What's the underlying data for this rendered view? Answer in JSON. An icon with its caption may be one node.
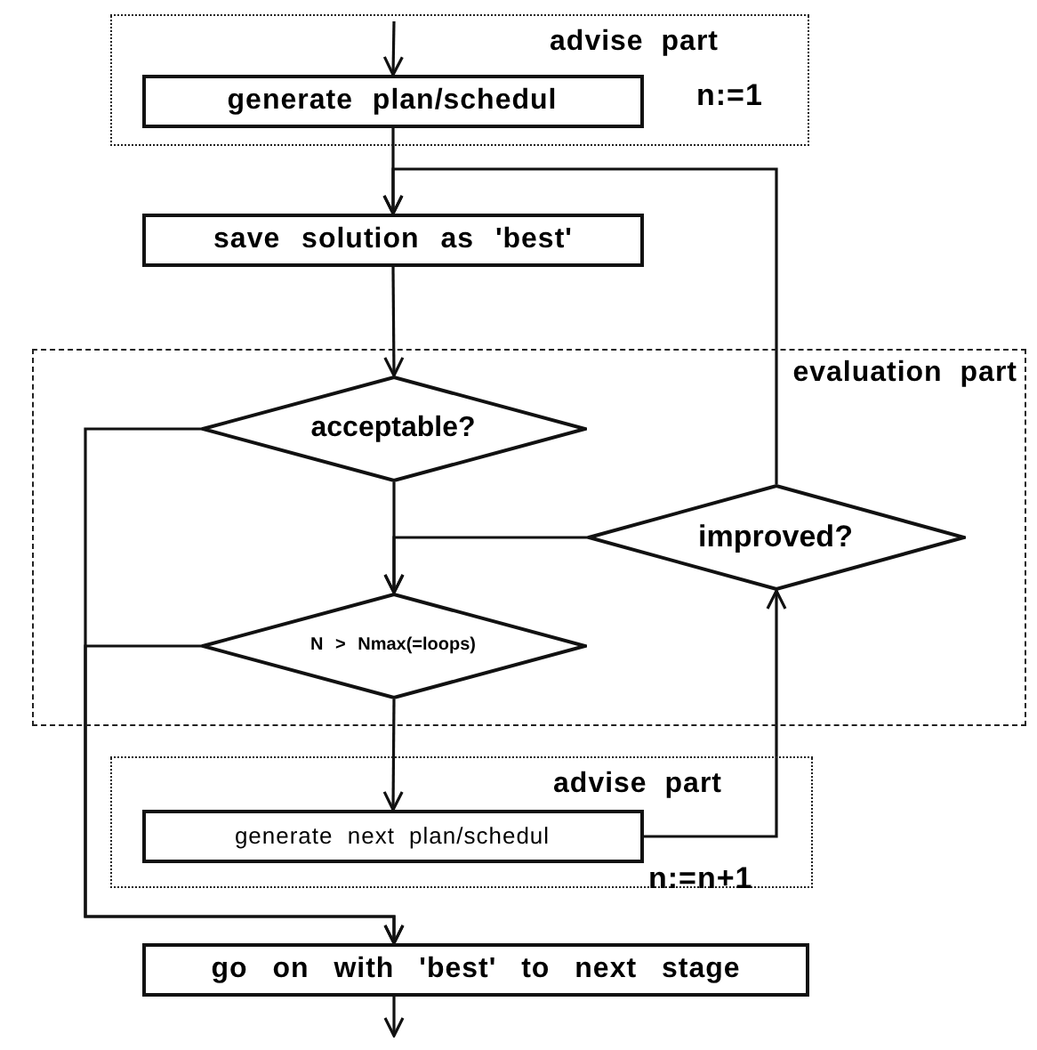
{
  "diagram": {
    "nodes": [
      {
        "text": [
          "advise part"
        ]
      },
      {
        "text": [
          "generate plan/schedul"
        ],
        "in": 0,
        "beside": [
          "n:=1"
        ]
      },
      {
        "text": [
          "save solution as 'best'"
        ]
      },
      {
        "text": [
          "evaluation part"
        ]
      },
      {
        "text": [
          "acceptable?"
        ],
        "in": 3
      },
      {
        "text": [
          "improved?"
        ],
        "in": 3
      },
      {
        "text": [
          "N > Nmax(=loops)"
        ],
        "in": 3
      },
      {
        "text": [
          "advise part"
        ]
      },
      {
        "text": [
          "generate next plan/schedul"
        ],
        "in": 7,
        "beside": [
          "n:=n+1"
        ]
      },
      {
        "text": [
          "go on with 'best' to next stage"
        ]
      }
    ],
    "edges": [
      {
        "from": null,
        "to": 1,
        "arrow": "to"
      },
      {
        "from": 1,
        "to": 2,
        "arrow": "to"
      },
      {
        "from": 5,
        "to": 2,
        "arrow": "to"
      },
      {
        "from": 2,
        "to": 4,
        "arrow": "to"
      },
      {
        "from": 4,
        "to": 6,
        "arrow": "to"
      },
      {
        "from": 5,
        "to": 6,
        "arrow": "to"
      },
      {
        "from": 4,
        "to": 9,
        "arrow": "to"
      },
      {
        "from": 6,
        "to": 9,
        "arrow": "to"
      },
      {
        "from": 6,
        "to": 8,
        "arrow": "to"
      },
      {
        "from": 8,
        "to": 5,
        "arrow": "to"
      },
      {
        "from": 9,
        "to": null,
        "arrow": "to"
      }
    ]
  }
}
